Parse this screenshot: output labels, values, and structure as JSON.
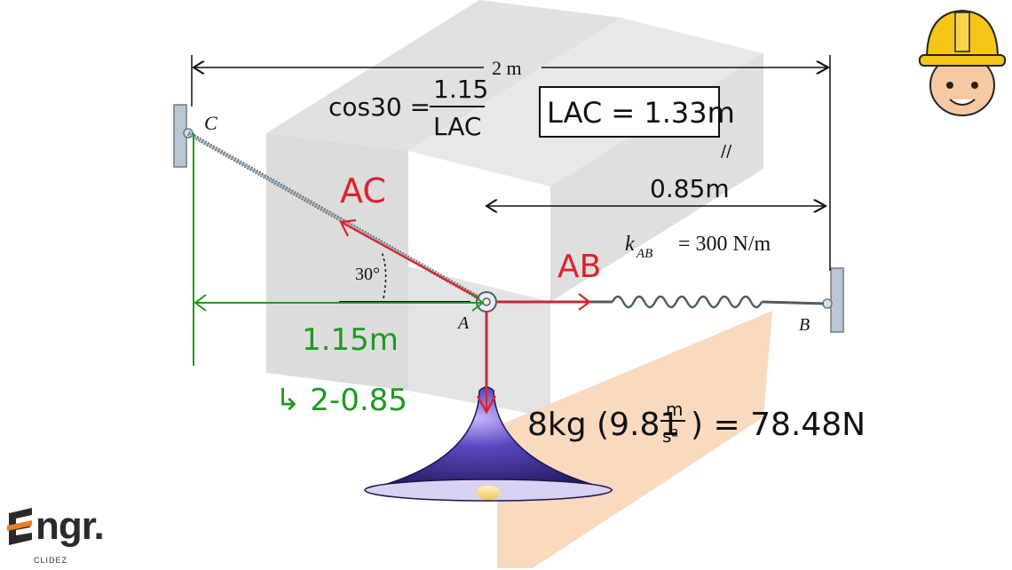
{
  "diagram": {
    "dimension_total": "2 m",
    "label_C": "C",
    "label_A": "A",
    "label_B": "B",
    "angle_label": "30°",
    "spring_label": "k",
    "spring_subscript": "AB",
    "spring_value": "= 300 N/m"
  },
  "annotations": {
    "cos_lhs": "cos30 =",
    "cos_num": "1.15",
    "cos_den": "LAC",
    "lac_box": "LAC = 1.33m",
    "lac_mark": "//",
    "dist_085": "0.85m",
    "force_ac": "AC",
    "force_ab": "AB",
    "len_115": "1.15m",
    "calc_115": "↳ 2-0.85",
    "weight_prefix": "8kg (9.81",
    "weight_unit_num": "m",
    "weight_unit_den": "s²",
    "weight_suffix": ") = 78.48N"
  },
  "colors": {
    "red": "#e0202a",
    "green": "#1e9a1e",
    "black": "#111111",
    "watermark_gray": "#d6d6d6",
    "watermark_orange": "#f8d3b3",
    "lamp_purple": "#3b2b8c"
  },
  "branding": {
    "logo_text": "ngr.",
    "logo_sub": "CLIDEZ",
    "mascot": "engineer-mascot-icon"
  }
}
